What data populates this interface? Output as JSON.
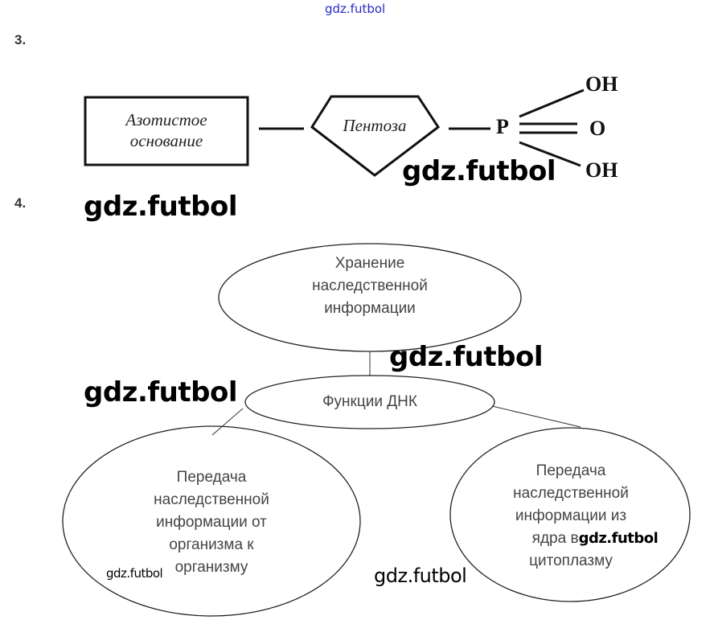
{
  "watermark": "gdz.futbol",
  "task3": {
    "number": "3.",
    "base_box": {
      "line1": "Азотистое",
      "line2": "основание"
    },
    "pentose": "Пентоза",
    "phosphorus": "P",
    "oh_top": "OH",
    "o_middle": "O",
    "oh_bottom": "OH"
  },
  "task4": {
    "number": "4.",
    "top_node": {
      "line1": "Хранение",
      "line2": "наследственной",
      "line3": "информации"
    },
    "center_node": "Функции ДНК",
    "left_node": {
      "line1": "Передача",
      "line2": "наследственной",
      "line3": "информации от",
      "line4": "организма к",
      "line5": "организму"
    },
    "right_node": {
      "line1": "Передача",
      "line2": "наследственной",
      "line3": "информации из",
      "line4": "ядра в",
      "line5": "цитоплазму"
    }
  },
  "colors": {
    "watermark_top": "#2a2acc",
    "ink": "#222222"
  }
}
